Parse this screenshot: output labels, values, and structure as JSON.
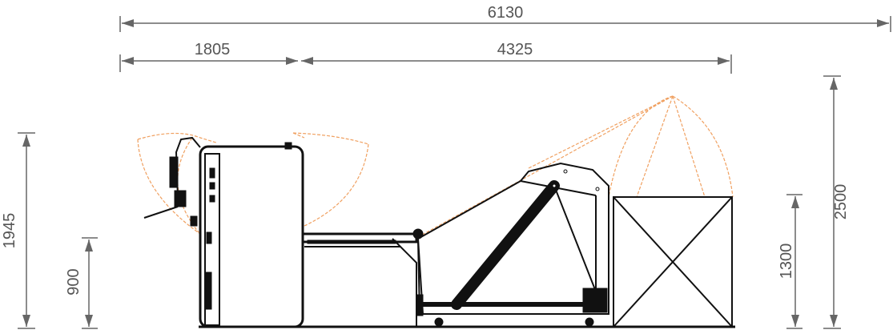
{
  "dimensions": {
    "overall_length": "6130",
    "left_section_length": "1805",
    "right_section_length": "4325",
    "left_height": "1945",
    "feed_height": "900",
    "box_height": "1300",
    "max_height": "2500"
  },
  "colors": {
    "dimension_lines": "#666666",
    "machine_outline": "#111111",
    "swing_arc": "#f0a060"
  }
}
